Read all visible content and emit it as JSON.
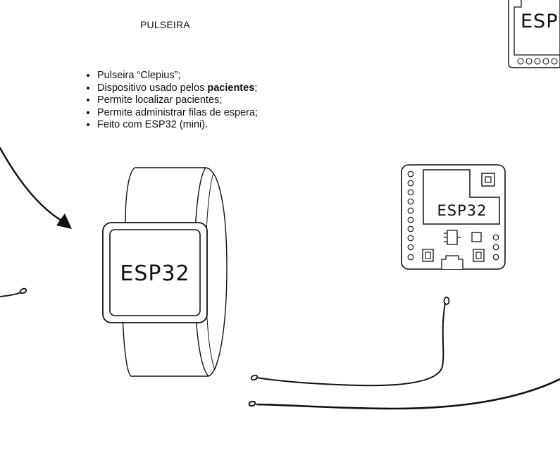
{
  "header": {
    "title": "PULSEIRA"
  },
  "bullets": {
    "items": [
      {
        "text": "Pulseira “Clepius”;"
      },
      {
        "prefix": "Dispositivo usado pelos ",
        "bold": "pacientes",
        "suffix": ";"
      },
      {
        "text": "Permite localizar pacientes;"
      },
      {
        "text": "Permite administrar filas de espera;"
      },
      {
        "text": "Feito com ESP32 (mini)."
      }
    ]
  },
  "watch": {
    "face_label": "ESP32"
  },
  "board": {
    "chip_label": "ESP32"
  },
  "corner_board": {
    "chip_label": "ESP"
  }
}
